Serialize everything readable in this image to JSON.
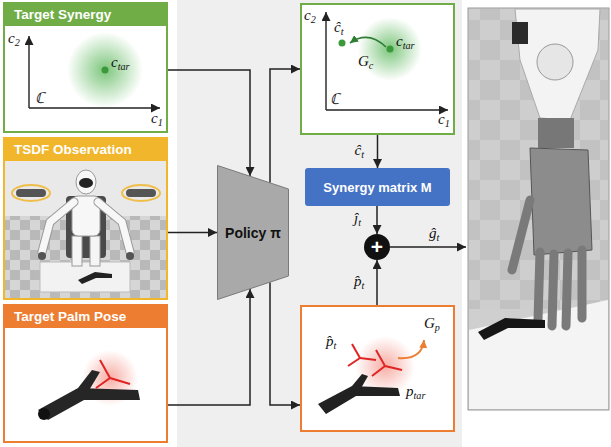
{
  "diagram": {
    "nodes": [
      {
        "text": [
          "Target Synergy",
          "c2",
          "ctar",
          "ℂ",
          "c1"
        ]
      },
      {
        "text": [
          "TSDF Observation"
        ]
      },
      {
        "text": [
          "Target Palm Pose"
        ]
      },
      {
        "text": [
          "Policy π"
        ]
      },
      {
        "text": [
          "c2",
          "ĉt",
          "ctar",
          "Gc",
          "ℂ",
          "c1"
        ]
      },
      {
        "text": [
          "Synergy matrix M"
        ]
      },
      {
        "text": [
          "+"
        ]
      },
      {
        "text": [
          "p̂t",
          "Gp",
          "ptar"
        ]
      }
    ],
    "edges": [
      {
        "from": 0,
        "to": 3,
        "arrow": "to"
      },
      {
        "from": 1,
        "to": 3,
        "arrow": "to"
      },
      {
        "from": 2,
        "to": 3,
        "arrow": "to"
      },
      {
        "from": 3,
        "to": 4,
        "arrow": "to"
      },
      {
        "from": 3,
        "to": 7,
        "arrow": "to"
      },
      {
        "from": 4,
        "to": 5,
        "label": "ĉt",
        "arrow": "to"
      },
      {
        "from": 5,
        "to": 6,
        "label": "ĵt",
        "arrow": "to"
      },
      {
        "from": 7,
        "to": 6,
        "label": "p̂t",
        "arrow": "to"
      }
    ],
    "labels": [
      "ĝt"
    ]
  }
}
